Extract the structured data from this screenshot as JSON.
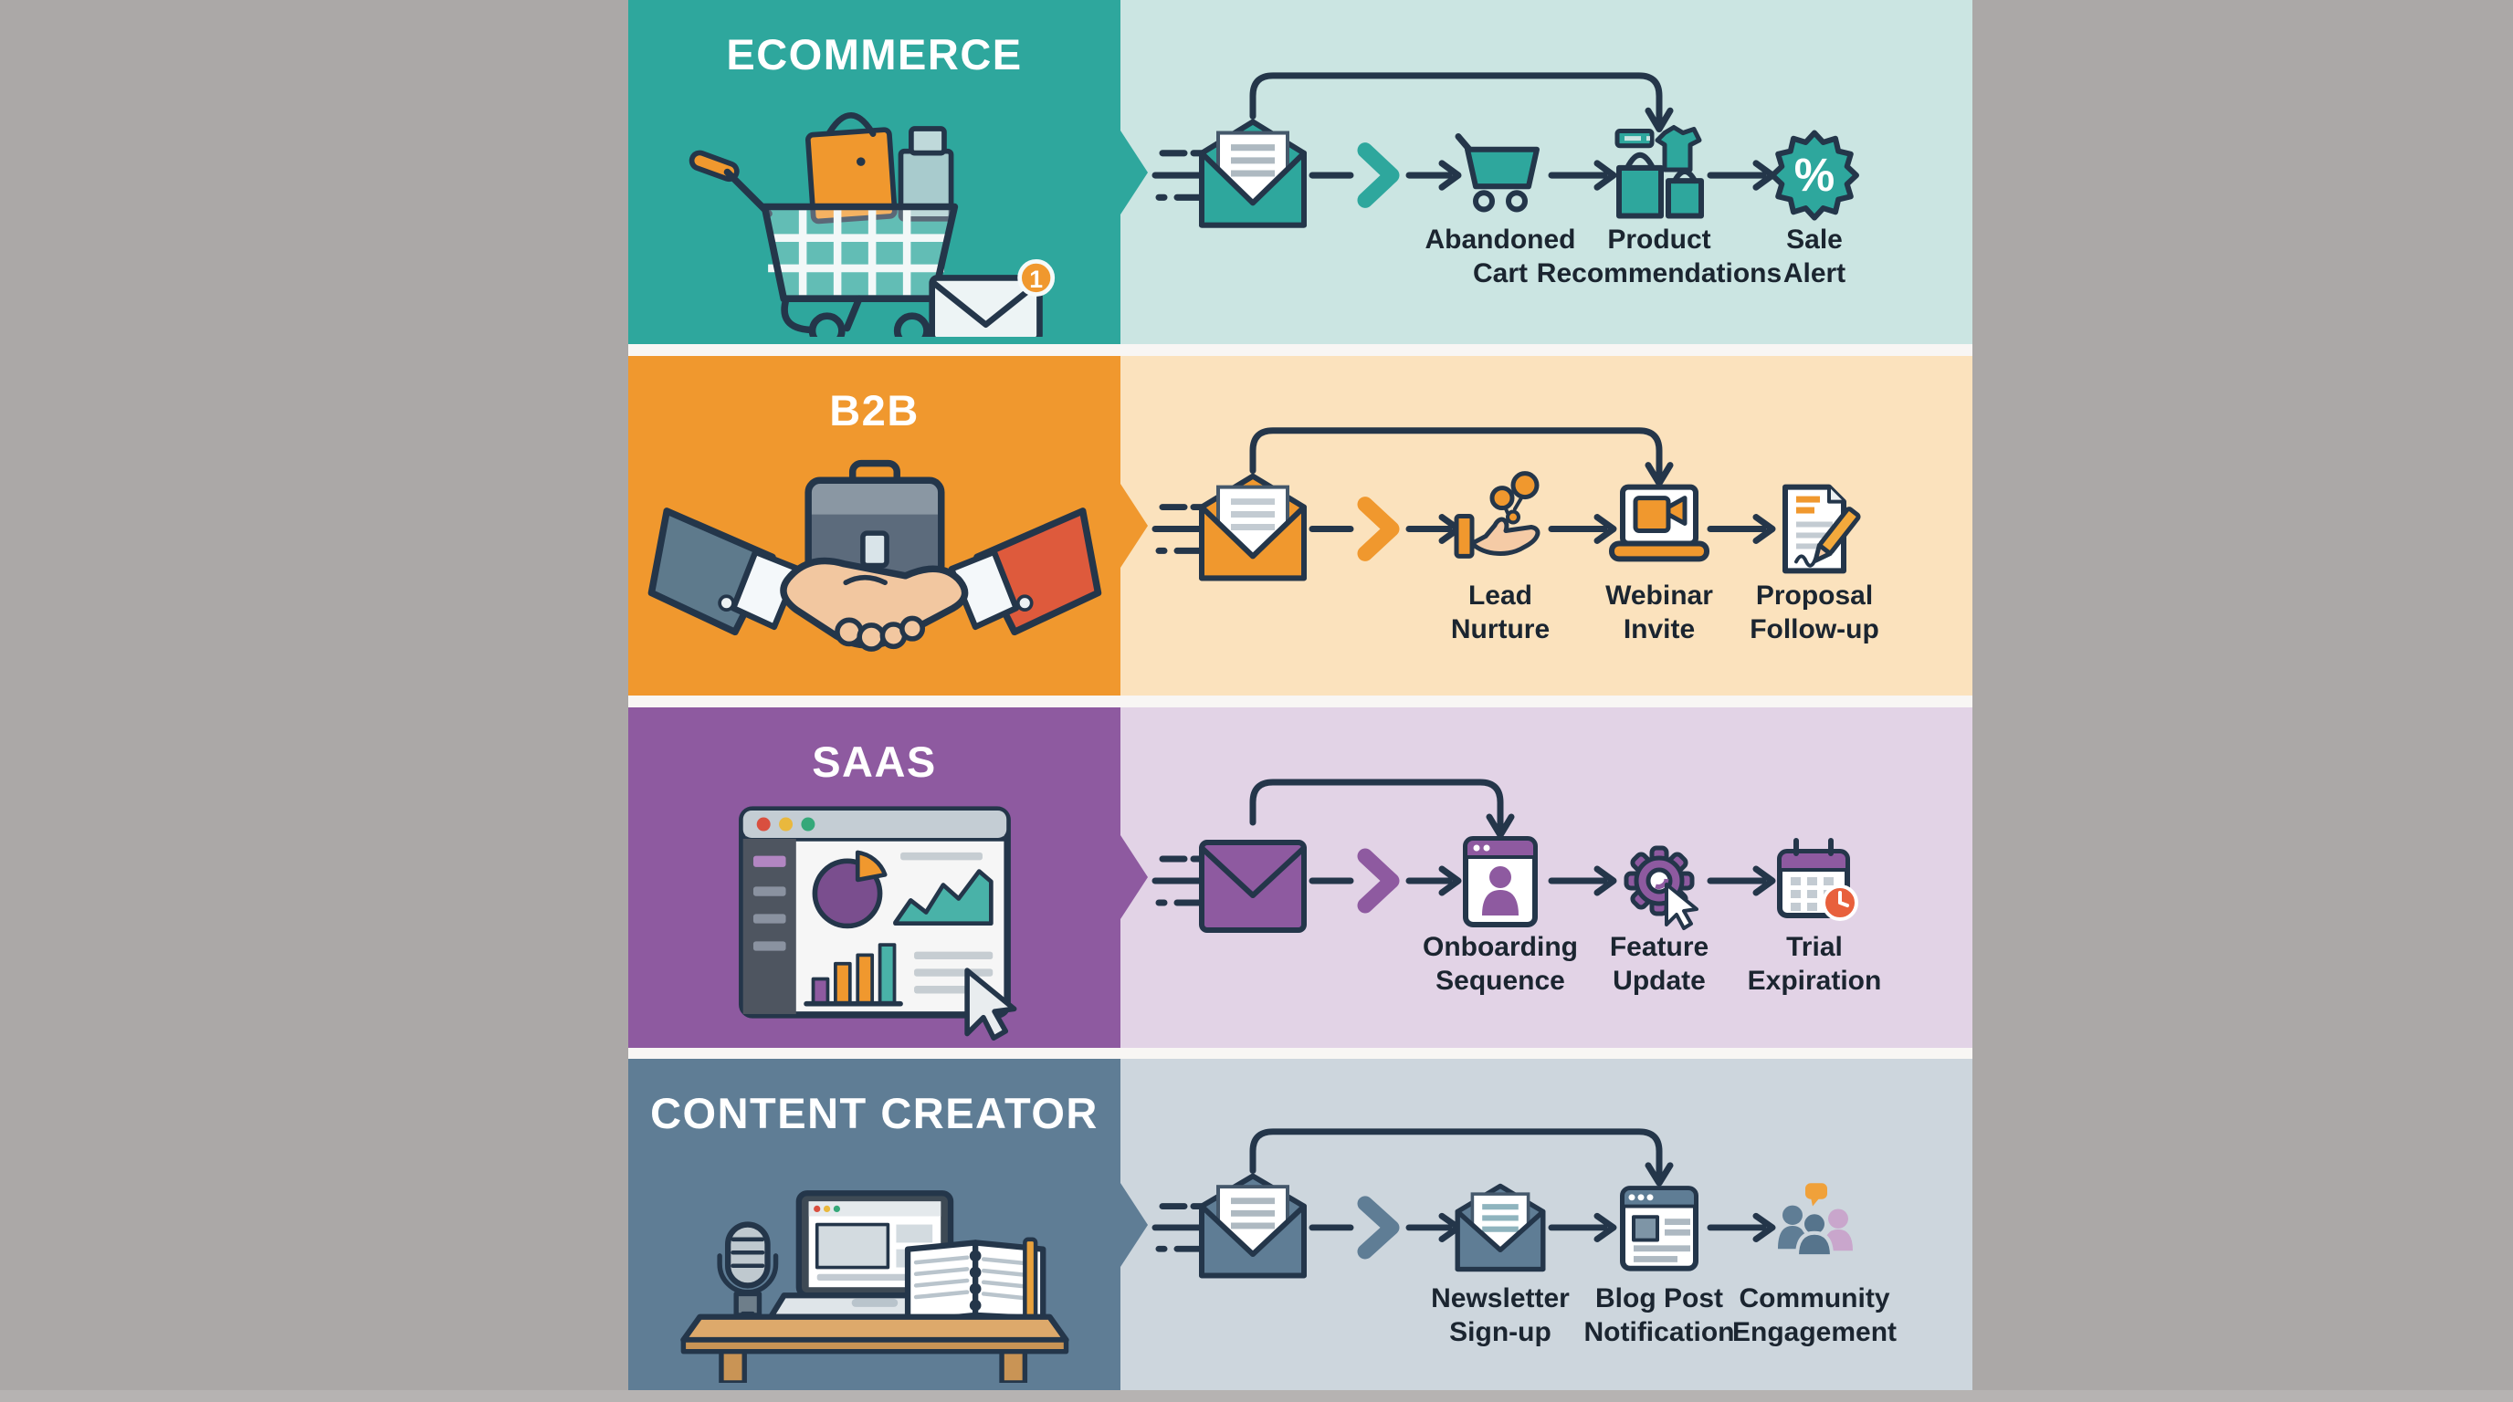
{
  "canvas": {
    "outer_background": "#ABA8A7",
    "bottom_strip": "#B6B3B2",
    "row_gap_color": "#F8F6F4",
    "ink": "#24364A",
    "label_color": "#1B2530"
  },
  "rows": [
    {
      "id": "ecommerce",
      "title": "ECOMMERCE",
      "colors": {
        "panel": "#2EA79D",
        "flow_bg": "#CBE5E2",
        "accent": "#2EA79D"
      },
      "badge": "1",
      "flow": {
        "start_icon": "open-envelope-icon",
        "steps": [
          {
            "icon": "shopping-cart-icon",
            "label": "Abandoned\nCart"
          },
          {
            "icon": "shopping-bags-icon",
            "label": "Product\nRecommendations"
          },
          {
            "icon": "discount-badge-icon",
            "label": "Sale\nAlert",
            "glyph": "%"
          }
        ],
        "skip_arrow_to_step": 2
      }
    },
    {
      "id": "b2b",
      "title": "B2B",
      "colors": {
        "panel": "#F0982E",
        "flow_bg": "#FBE2BD",
        "accent": "#F0982E"
      },
      "flow": {
        "start_icon": "open-envelope-icon",
        "steps": [
          {
            "icon": "lead-nurture-hand-icon",
            "label": "Lead\nNurture"
          },
          {
            "icon": "webinar-laptop-icon",
            "label": "Webinar\nInvite"
          },
          {
            "icon": "proposal-document-icon",
            "label": "Proposal\nFollow-up"
          }
        ],
        "skip_arrow_to_step": 2
      }
    },
    {
      "id": "saas",
      "title": "SAAS",
      "colors": {
        "panel": "#8E5AA0",
        "flow_bg": "#E2D3E6",
        "accent": "#8E5AA0"
      },
      "flow": {
        "start_icon": "closed-envelope-icon",
        "steps": [
          {
            "icon": "onboarding-profile-icon",
            "label": "Onboarding\nSequence"
          },
          {
            "icon": "feature-gear-icon",
            "label": "Feature\nUpdate"
          },
          {
            "icon": "calendar-clock-icon",
            "label": "Trial\nExpiration"
          }
        ],
        "skip_arrow_to_step": 1
      }
    },
    {
      "id": "content-creator",
      "title": "CONTENT CREATOR",
      "colors": {
        "panel": "#5F7D95",
        "flow_bg": "#CDD6DD",
        "accent": "#5F7D95"
      },
      "flow": {
        "start_icon": "open-envelope-icon",
        "steps": [
          {
            "icon": "newsletter-envelope-icon",
            "label": "Newsletter\nSign-up"
          },
          {
            "icon": "blog-post-icon",
            "label": "Blog Post\nNotification"
          },
          {
            "icon": "community-people-icon",
            "label": "Community\nEngagement"
          }
        ],
        "skip_arrow_to_step": 2
      }
    }
  ]
}
